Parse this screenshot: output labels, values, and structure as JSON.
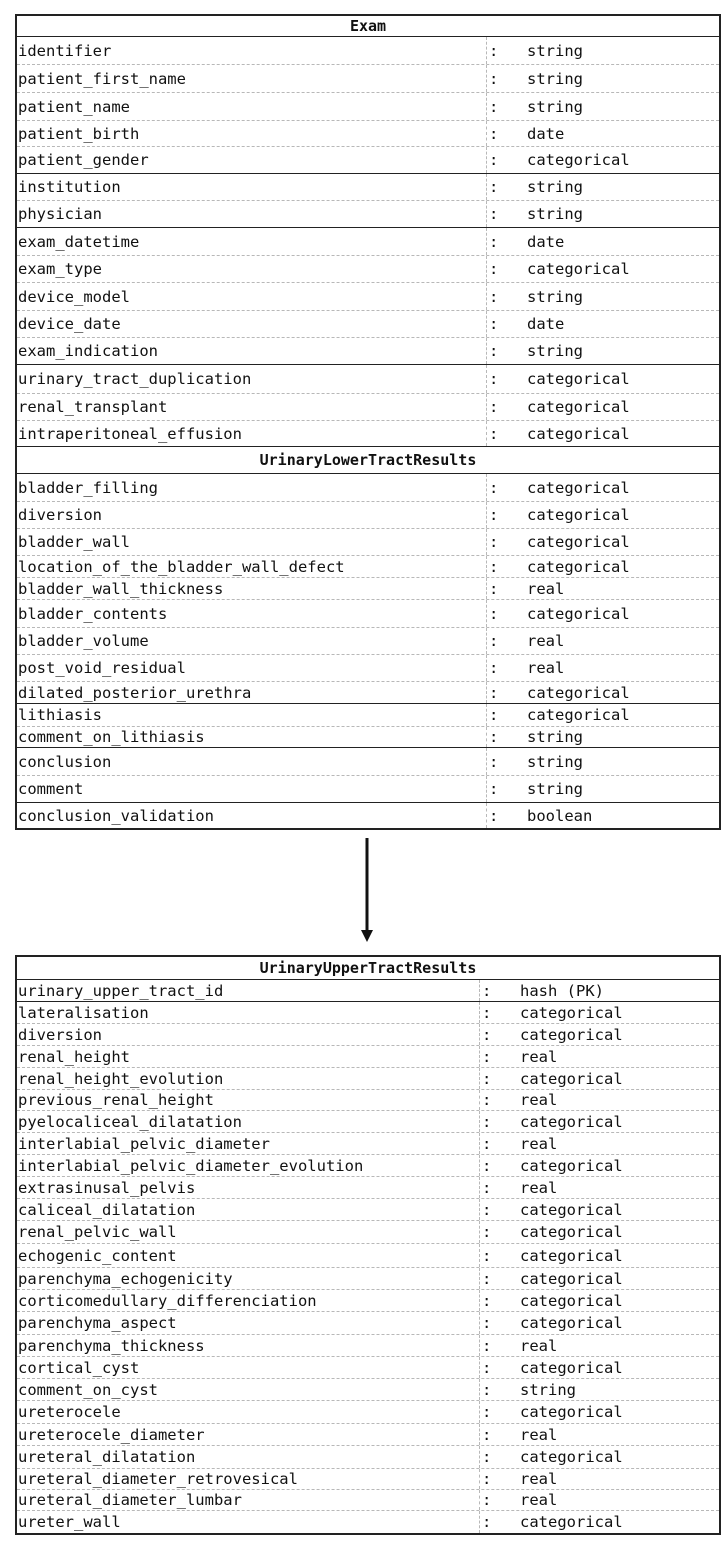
{
  "tables": [
    {
      "title": "Exam",
      "rows": [
        {
          "name": "identifier",
          "type": "string"
        },
        {
          "name": "patient_first_name",
          "type": "string"
        },
        {
          "name": "patient_name",
          "type": "string"
        },
        {
          "name": "patient_birth",
          "type": "date"
        },
        {
          "name": "patient_gender",
          "type": "categorical"
        },
        {
          "name": "institution",
          "type": "string"
        },
        {
          "name": "physician",
          "type": "string"
        },
        {
          "name": "exam_datetime",
          "type": "date"
        },
        {
          "name": "exam_type",
          "type": "categorical"
        },
        {
          "name": "device_model",
          "type": "string"
        },
        {
          "name": "device_date",
          "type": "date"
        },
        {
          "name": "exam_indication",
          "type": "string"
        },
        {
          "name": "urinary_tract_duplication",
          "type": "categorical"
        },
        {
          "name": "renal_transplant",
          "type": "categorical"
        },
        {
          "name": "intraperitoneal_effusion",
          "type": "categorical"
        }
      ]
    },
    {
      "title": "UrinaryLowerTractResults",
      "rows": [
        {
          "name": "bladder_filling",
          "type": "categorical"
        },
        {
          "name": "diversion",
          "type": "categorical"
        },
        {
          "name": "bladder_wall",
          "type": "categorical"
        },
        {
          "name": "location_of_the_bladder_wall_defect",
          "type": "categorical"
        },
        {
          "name": "bladder_wall_thickness",
          "type": "real"
        },
        {
          "name": "bladder_contents",
          "type": "categorical"
        },
        {
          "name": "bladder_volume",
          "type": "real"
        },
        {
          "name": "post_void_residual",
          "type": "real"
        },
        {
          "name": "dilated_posterior_urethra",
          "type": "categorical"
        },
        {
          "name": "lithiasis",
          "type": "categorical"
        },
        {
          "name": "comment_on_lithiasis",
          "type": "string"
        },
        {
          "name": "conclusion",
          "type": "string"
        },
        {
          "name": "comment",
          "type": "string"
        },
        {
          "name": "conclusion_validation",
          "type": "boolean"
        }
      ]
    },
    {
      "title": "UrinaryUpperTractResults",
      "rows": [
        {
          "name": "urinary_upper_tract_id",
          "type": "hash (PK)"
        },
        {
          "name": "lateralisation",
          "type": "categorical"
        },
        {
          "name": "diversion",
          "type": "categorical"
        },
        {
          "name": "renal_height",
          "type": "real"
        },
        {
          "name": "renal_height_evolution",
          "type": "categorical"
        },
        {
          "name": "previous_renal_height",
          "type": "real"
        },
        {
          "name": "pyelocaliceal_dilatation",
          "type": "categorical"
        },
        {
          "name": "interlabial_pelvic_diameter",
          "type": "real"
        },
        {
          "name": "interlabial_pelvic_diameter_evolution",
          "type": "categorical"
        },
        {
          "name": "extrasinusal_pelvis",
          "type": "real"
        },
        {
          "name": "caliceal_dilatation",
          "type": "categorical"
        },
        {
          "name": "renal_pelvic_wall",
          "type": "categorical"
        },
        {
          "name": "echogenic_content",
          "type": "categorical"
        },
        {
          "name": "parenchyma_echogenicity",
          "type": "categorical"
        },
        {
          "name": "corticomedullary_differenciation",
          "type": "categorical"
        },
        {
          "name": "parenchyma_aspect",
          "type": "categorical"
        },
        {
          "name": "parenchyma_thickness",
          "type": "real"
        },
        {
          "name": "cortical_cyst",
          "type": "categorical"
        },
        {
          "name": "comment_on_cyst",
          "type": "string"
        },
        {
          "name": "ureterocele",
          "type": "categorical"
        },
        {
          "name": "ureterocele_diameter",
          "type": "real"
        },
        {
          "name": "ureteral_dilatation",
          "type": "categorical"
        },
        {
          "name": "ureteral_diameter_retrovesical",
          "type": "real"
        },
        {
          "name": "ureteral_diameter_lumbar",
          "type": "real"
        },
        {
          "name": "ureter_wall",
          "type": "categorical"
        }
      ]
    }
  ],
  "separator": ":"
}
